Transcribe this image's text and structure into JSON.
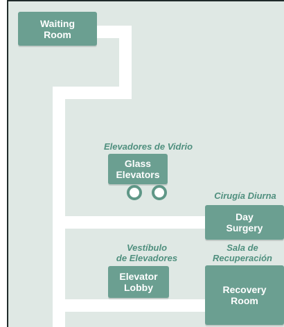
{
  "colors": {
    "room_fill": "#6b9f91",
    "background": "#dfe8e4",
    "corridor": "#ffffff",
    "spanish_label": "#4f8f7e"
  },
  "rooms": {
    "waiting_room": {
      "line1": "Waiting",
      "line2": "Room"
    },
    "glass_elevators": {
      "line1": "Glass",
      "line2": "Elevators"
    },
    "day_surgery": {
      "line1": "Day",
      "line2": "Surgery"
    },
    "elevator_lobby": {
      "line1": "Elevator",
      "line2": "Lobby"
    },
    "recovery_room": {
      "line1": "Recovery",
      "line2": "Room"
    }
  },
  "spanish": {
    "glass_elevators": "Elevadores de Vidrio",
    "day_surgery": "Cirugía Diurna",
    "elevator_lobby_line1": "Vestíbulo",
    "elevator_lobby_line2": "de Elevadores",
    "recovery_line1": "Sala de",
    "recovery_line2": "Recuperación"
  },
  "icons": [
    "elevator-ring-icon",
    "elevator-ring-icon"
  ]
}
